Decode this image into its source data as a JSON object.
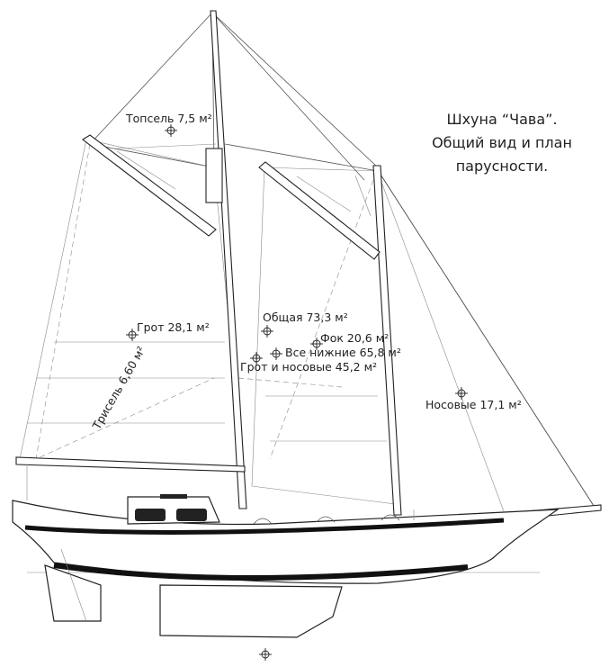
{
  "title_lines": [
    "Шхуна “Чава”.",
    "Общий вид и план",
    "парусности."
  ],
  "labels": {
    "topsail": "Топсель 7,5 м²",
    "main": "Грот 28,1 м²",
    "total": "Общая 73,3 м²",
    "fore": "Фок 20,6 м²",
    "all_lower": "Все нижние 65,8 м²",
    "main_headsails": "Грот и носовые 45,2 м²",
    "headsails": "Носовые 17,1 м²",
    "trysail": "Трисель 6,60 м²"
  }
}
